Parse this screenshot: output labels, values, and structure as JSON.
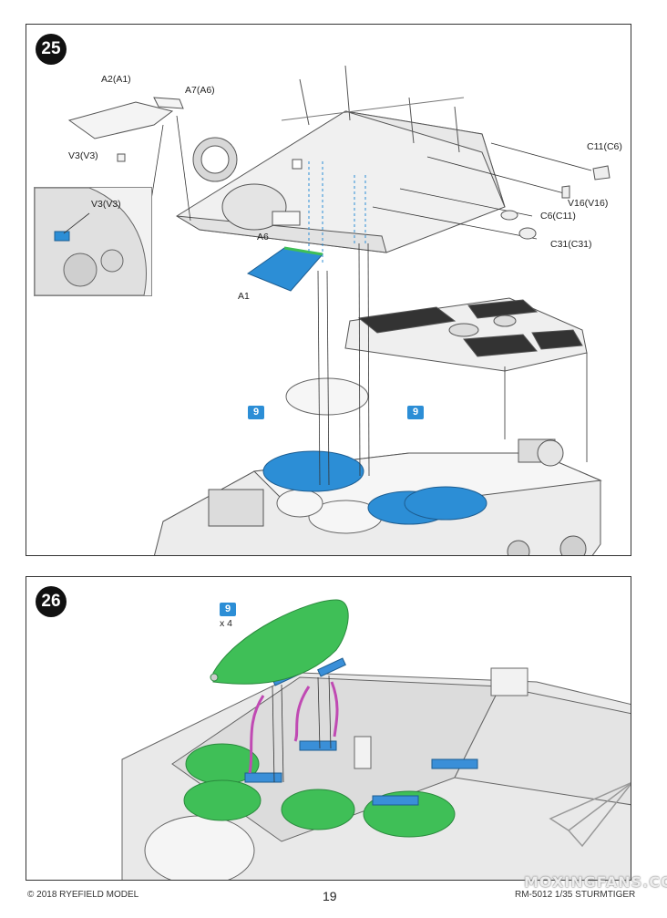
{
  "steps": {
    "step25": {
      "number": "25",
      "callouts": {
        "a2": "A2(A1)",
        "a7": "A7(A6)",
        "v3_main": "V3(V3)",
        "v3_inset": "V3(V3)",
        "a6": "A6",
        "a1": "A1",
        "c11": "C11(C6)",
        "v16": "V16(V16)",
        "c6": "C6(C11)",
        "c31": "C31(C31)"
      },
      "part_tag_left": "9",
      "part_tag_right": "9"
    },
    "step26": {
      "number": "26",
      "part_tag": "9",
      "quantity": "x 4"
    }
  },
  "footer": {
    "copyright": "© 2018 RYEFIELD MODEL",
    "page_number": "19",
    "product": "RM-5012 1/35 STURMTIGER",
    "watermark": "MOXINGFANS.COM"
  },
  "colors": {
    "highlight_blue": "#2c8ed6",
    "ammo_green": "#3fbf57",
    "clip_magenta": "#c04ab3",
    "rack_blue": "#3a8fd8"
  }
}
